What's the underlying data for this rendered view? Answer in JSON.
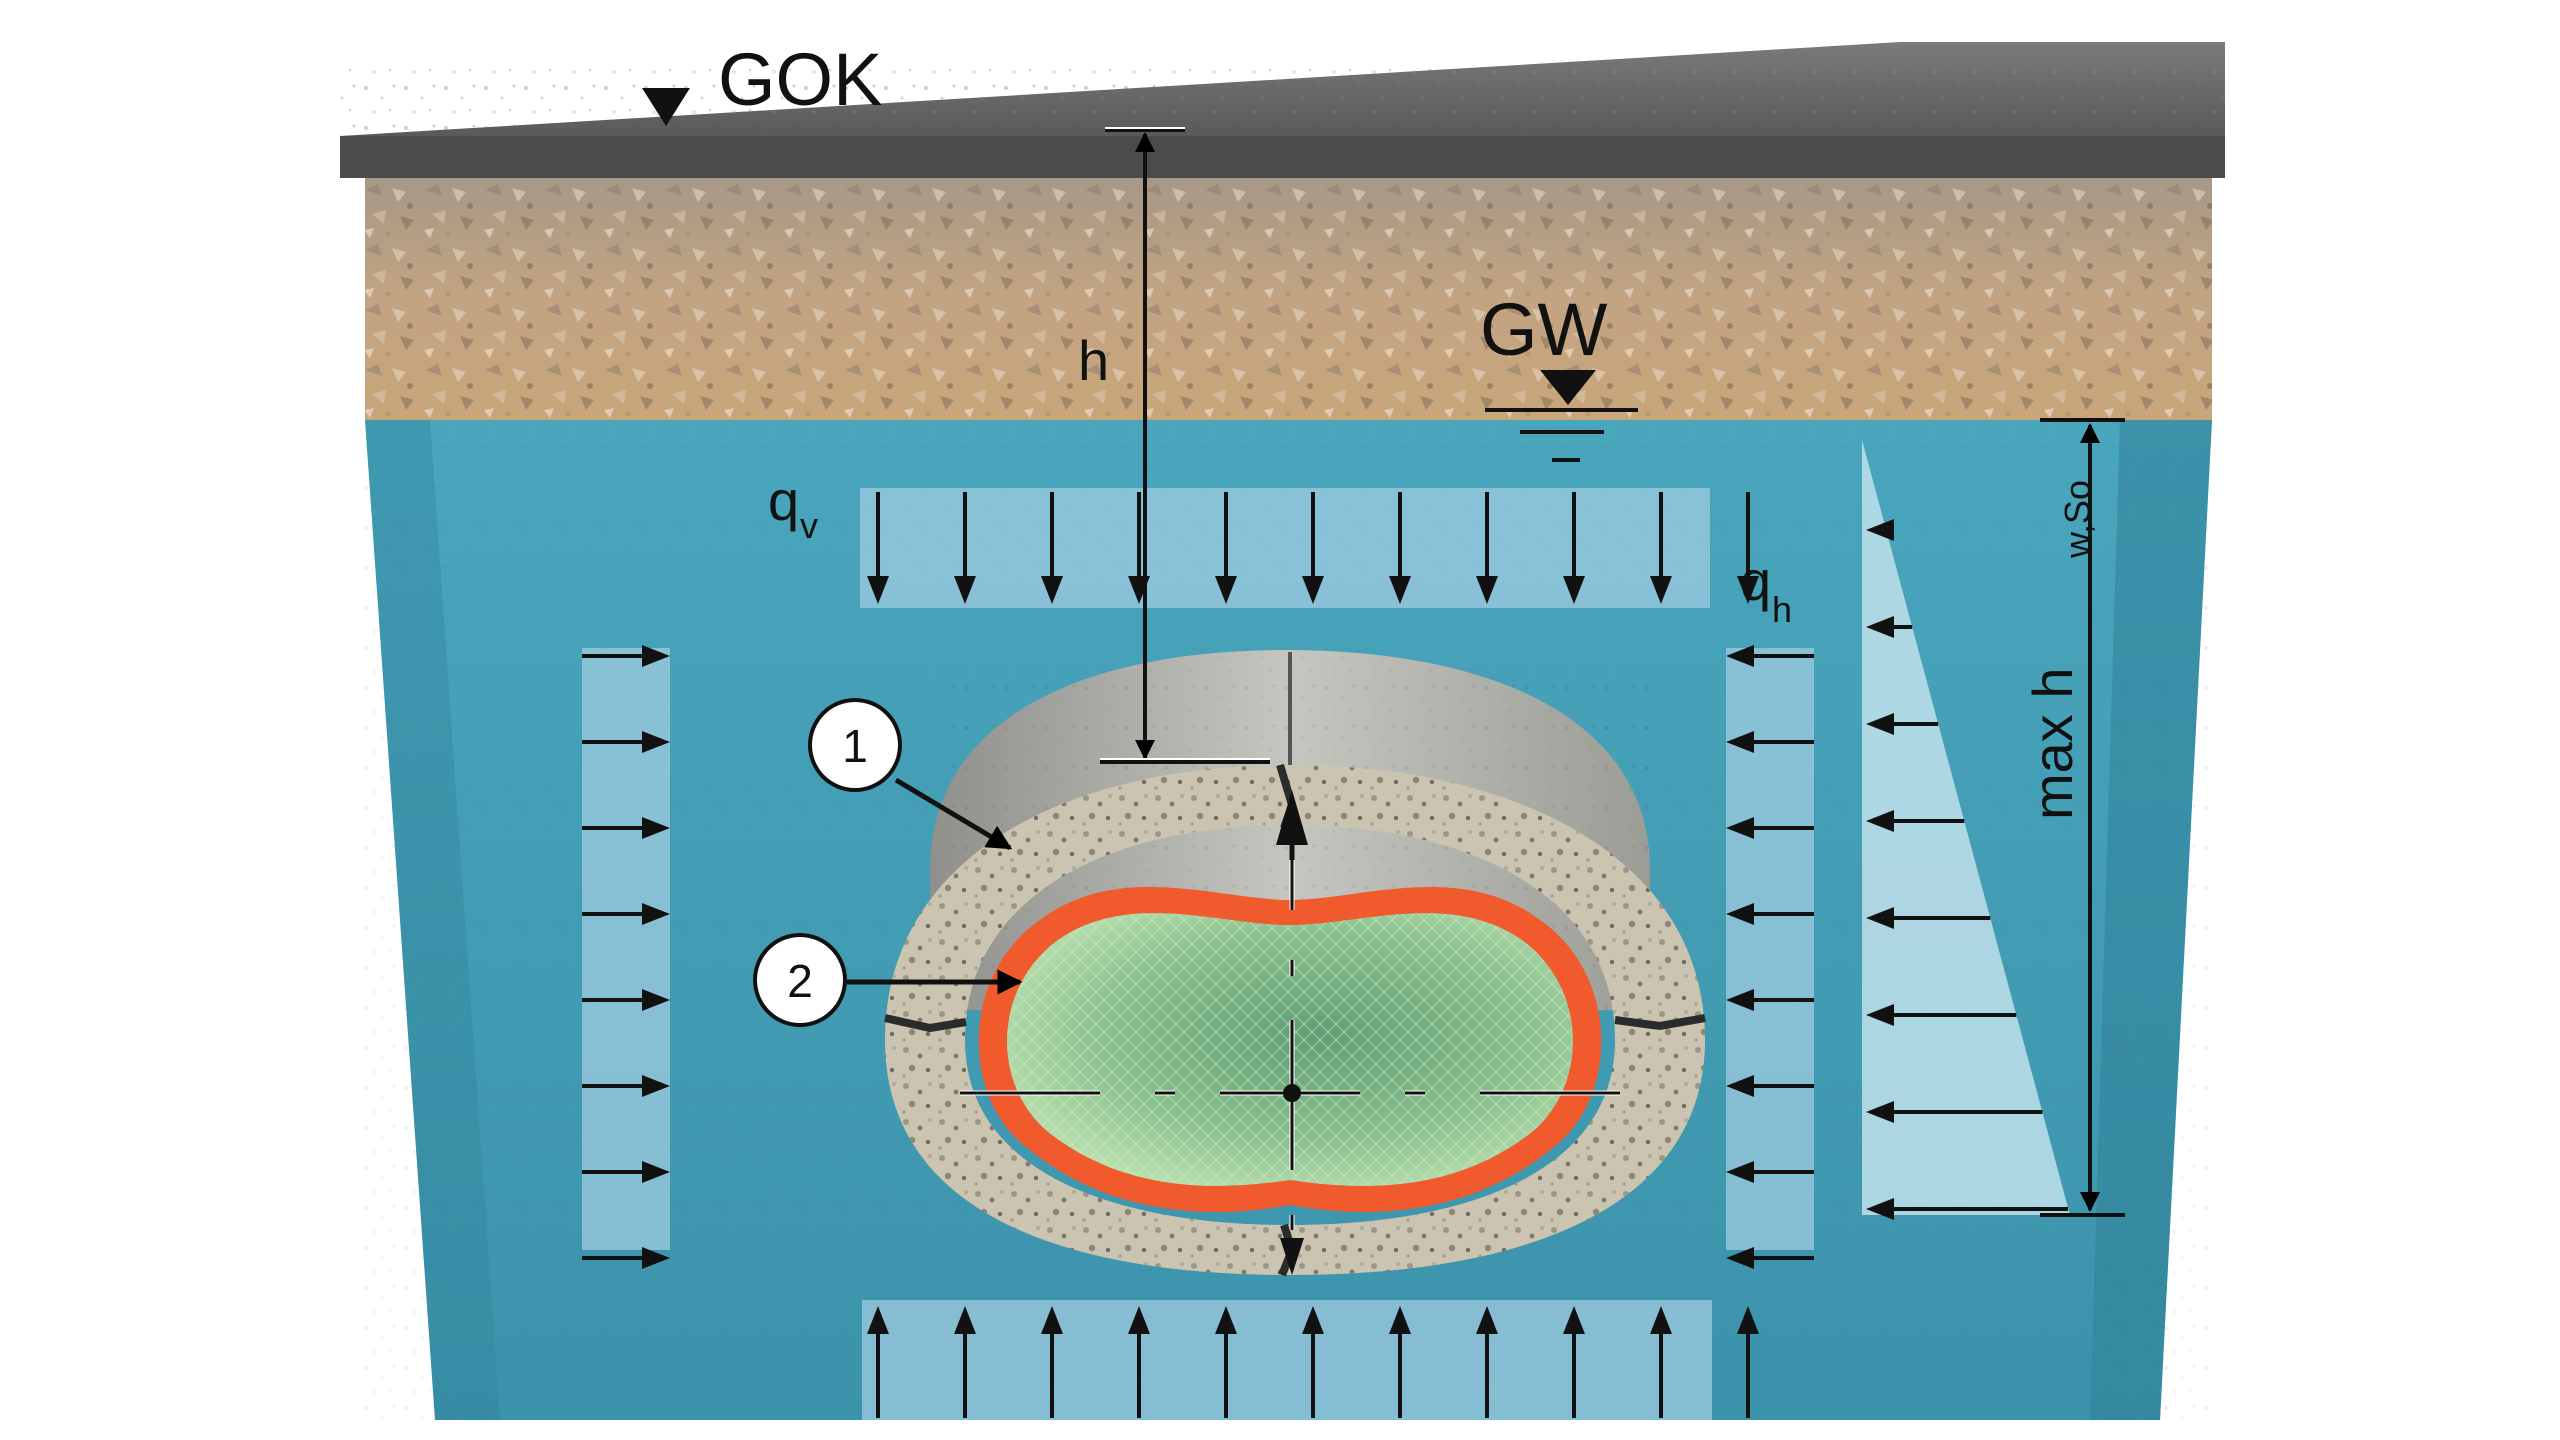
{
  "labels": {
    "ground_level": "GOK",
    "groundwater": "GW",
    "cover_depth": "h",
    "vertical_load": {
      "base": "q",
      "sub": "v"
    },
    "horizontal_load": {
      "base": "q",
      "sub": "h"
    },
    "max_water_head": {
      "base": "max h",
      "sub": "w,So"
    }
  },
  "callouts": [
    {
      "number": "1"
    },
    {
      "number": "2"
    }
  ],
  "colors": {
    "asphalt": "#5d5d5b",
    "asphalt_top": "#6f6f6d",
    "soil": "#b89c7e",
    "water": "#3f9bb2",
    "water_dark": "#2e7f95",
    "load_band": "#8fc3dc",
    "old_pipe_concrete": "#b9b9b4",
    "pipe_wall": "#cfc8b5",
    "liner": "#f05a2c",
    "liner_inner": "#a8d49a"
  },
  "icons": [
    "down-triangle-icon",
    "water-level-icon",
    "arrow-icon"
  ]
}
